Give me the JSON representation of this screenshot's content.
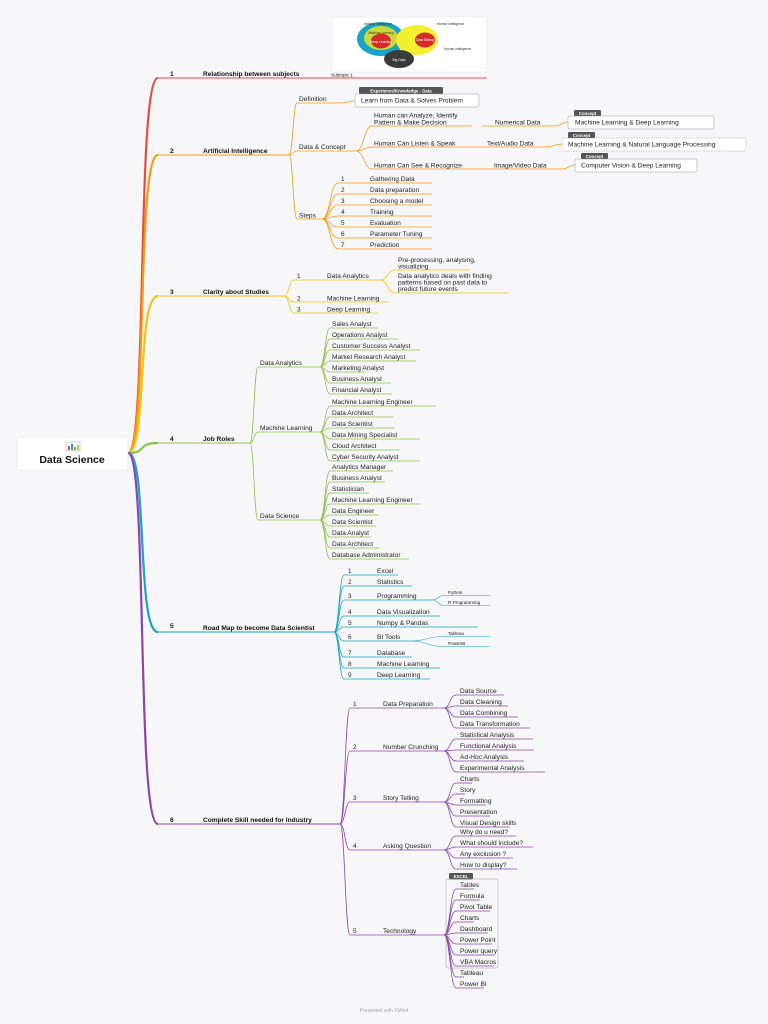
{
  "root": {
    "title": "Data Science",
    "icon": "bar-chart-icon"
  },
  "colors": {
    "relationship": "#e84c3d",
    "ai": "#f39c12",
    "clarity": "#f1c40f",
    "job_roles": "#8bc34a",
    "road_map": "#1aa3c8",
    "skills": "#8e44ad",
    "root_trunk": "#2c3e91",
    "tag_bg": "#555555"
  },
  "image_labels": {
    "circles": [
      "Artificial Intelligence",
      "Machine Learning",
      "Deep Learning",
      "Data Mining",
      "Big Data"
    ],
    "outer": [
      "Human Intelligence",
      "Human Intelligence"
    ]
  },
  "branches": {
    "relationship": {
      "num": "1",
      "label": "Relationship between subjects",
      "sub": "Subtopic 1"
    },
    "ai": {
      "num": "2",
      "label": "Artificial Intelligence",
      "definition": {
        "label": "Definition",
        "tag": "Experience/Knowledge - Data",
        "value": "Learn from Data & Solves Problem"
      },
      "concept": {
        "label": "Data & Concept",
        "rows": [
          {
            "human": "Human can Analyze, Identify Pattern & Make Decision",
            "data": "Numerical Data",
            "tag": "Concept",
            "concept": "Machine Learning & Deep Learning"
          },
          {
            "human": "Human Can Listen & Speak",
            "data": "Text/Audio Data",
            "tag": "Concept",
            "concept": "Machine Learning & Natural Language Processing"
          },
          {
            "human": "Human Can See & Recognize",
            "data": "Image/Video Data",
            "tag": "Concept",
            "concept": "Computer Vision & Deep Learning"
          }
        ]
      },
      "steps": {
        "label": "Steps",
        "items": [
          {
            "n": "1",
            "label": "Gathering Data"
          },
          {
            "n": "2",
            "label": "Data preparation"
          },
          {
            "n": "3",
            "label": "Choosing a model"
          },
          {
            "n": "4",
            "label": "Training"
          },
          {
            "n": "5",
            "label": "Evaluation"
          },
          {
            "n": "6",
            "label": "Parameter Tuning"
          },
          {
            "n": "7",
            "label": "Prediction"
          }
        ]
      }
    },
    "clarity": {
      "num": "3",
      "label": "Clarity about Studies",
      "items": [
        {
          "n": "1",
          "label": "Data Analytics",
          "notes": [
            "Pre-processing, analysing, visualizing",
            "Data analytics deals with finding patterns based on past data to predict future events"
          ]
        },
        {
          "n": "2",
          "label": "Machine Learning"
        },
        {
          "n": "3",
          "label": "Deep Learning"
        }
      ]
    },
    "job_roles": {
      "num": "4",
      "label": "Job Roles",
      "groups": [
        {
          "label": "Data Analytics",
          "roles": [
            "Sales Analyst",
            "Operations Analyst",
            "Customer Success Analyst",
            "Market Research Analyst",
            "Marketing Analyst",
            "Business Analyst",
            "Financial Analyst"
          ]
        },
        {
          "label": "Machine Learning",
          "roles": [
            "Machine Learning Engineer",
            "Data Architect",
            "Data Scientist",
            "Data Mining Specialist",
            "Cloud Architect",
            "Cyber Security Analyst"
          ]
        },
        {
          "label": "Data Science",
          "roles": [
            "Analytics Manager",
            "Business Analyst",
            "Statistician",
            "Machine Learning Engineer",
            "Data Engineer",
            "Data Scientist",
            "Data Analyst",
            "Data Architect",
            "Database Administrator"
          ]
        }
      ]
    },
    "road_map": {
      "num": "5",
      "label": "Road Map to become Data Scientist",
      "items": [
        {
          "n": "1",
          "label": "Excel"
        },
        {
          "n": "2",
          "label": "Statistics"
        },
        {
          "n": "3",
          "label": "Programming",
          "subs": [
            "Python",
            "R Programming"
          ]
        },
        {
          "n": "4",
          "label": "Data Visualization"
        },
        {
          "n": "5",
          "label": "Numpy & Pandas"
        },
        {
          "n": "6",
          "label": "BI Tools",
          "subs": [
            "Tableau",
            "PowerBI"
          ]
        },
        {
          "n": "7",
          "label": "Database"
        },
        {
          "n": "8",
          "label": "Machine Learning"
        },
        {
          "n": "9",
          "label": "Deep Learning"
        }
      ]
    },
    "skills": {
      "num": "6",
      "label": "Complete Skill needed for Industry",
      "groups": [
        {
          "n": "1",
          "label": "Data Preparation",
          "items": [
            "Data Source",
            "Data Cleaning",
            "Data Combining",
            "Data Transformation"
          ]
        },
        {
          "n": "2",
          "label": "Number Crunching",
          "items": [
            "Statistical Analysis",
            "Functional Analysis",
            "Ad-Hoc Analysis",
            "Experimental Analysis"
          ]
        },
        {
          "n": "3",
          "label": "Story Telling",
          "items": [
            "Charts",
            "Story",
            "Formatting",
            "Presentation",
            "Visual Design skills"
          ]
        },
        {
          "n": "4",
          "label": "Asking Question",
          "items": [
            "Why do u need?",
            "What should include?",
            "Any exclusion ?",
            "How to display?"
          ]
        },
        {
          "n": "5",
          "label": "Technology",
          "tag": "EXCEL",
          "items": [
            "Tables",
            "Formula",
            "Pivot Table",
            "Charts",
            "Dashboard",
            "Power Point",
            "Power query",
            "VBA Macros",
            "Tableau",
            "Power BI"
          ]
        }
      ]
    }
  },
  "footer": "Presented with XMind"
}
